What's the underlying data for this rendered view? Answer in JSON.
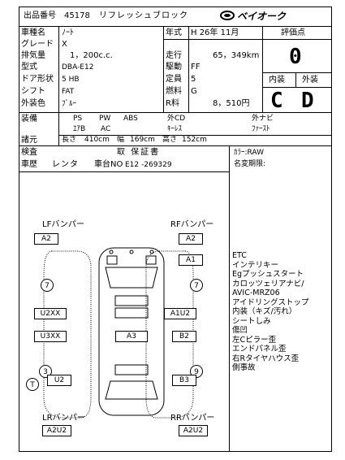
{
  "header": {
    "lot_label": "出品番号",
    "lot_number": "45178",
    "model_name": "リフレッシュブロック",
    "brand_logo": "ベイオーク",
    "logo_icon": "swirl-icon"
  },
  "specs": {
    "car_name_label": "車種名",
    "car_name": "ﾉｰﾄ",
    "grade_label": "グレード",
    "grade": "X",
    "displacement_label": "排気量",
    "displacement": "1，200c.c.",
    "type_label": "型式",
    "type": "DBA-E12",
    "door_label": "ドア形状",
    "door": "5 HB",
    "shift_label": "シフト",
    "shift": "FAT",
    "color_label": "外装色",
    "color": "ﾌﾞﾙｰ",
    "year_label": "年式",
    "year": "H 26年 11月",
    "mileage_label": "走行",
    "mileage": "65，349km",
    "drive_label": "駆動",
    "drive": "FF",
    "capacity_label": "定員",
    "capacity": "5",
    "fuel_label": "燃料",
    "fuel": "G",
    "recycle_label": "R料",
    "recycle": "8，510円"
  },
  "grades": {
    "score_label": "評価点",
    "score": "0",
    "interior_label": "内装",
    "interior": "C",
    "exterior_label": "外装",
    "exterior": "D"
  },
  "equipment": {
    "label": "装備",
    "items_row1": [
      "PS",
      "PW",
      "ABS",
      "外CD",
      "外ナビ"
    ],
    "items_row2": [
      "ｴｱB",
      "AC",
      "ｷｰﾚｽ",
      "ﾌｧｰｽﾄ"
    ],
    "dims_label": "諸元",
    "dims_length_label": "長さ",
    "dims_length": "410cm",
    "dims_width_label": "幅",
    "dims_width": "169cm",
    "dims_height_label": "高さ",
    "dims_height": "152cm"
  },
  "inspection": {
    "inspection_label": "検査",
    "inspection_value": "取 保証書",
    "history_label": "車歴",
    "history_value": "レンタ",
    "chassis_label": "車台NO",
    "chassis_value": "E12 -269329",
    "color_code": "ｶﾗｰ:RAW",
    "name_change": "名変期限:"
  },
  "diagram": {
    "lf_label": "LFバンパー",
    "lf_value": "A2",
    "rf_label": "RFバンパー",
    "rf_value": "A2",
    "lr_label": "LRバンパー",
    "lr_value": "A2U2",
    "rr_label": "RRバンパー",
    "rr_value": "A2U2",
    "right_front_fender": "A1",
    "left_front_door": "U2XX",
    "right_front_door": "A1U2",
    "left_rear_door": "U3XX",
    "roof": "A3",
    "right_rear_door": "B2",
    "left_rear_fender": "U2",
    "right_rear_fender": "B3",
    "circle_lf_wheel": "7",
    "circle_rf_wheel": "7",
    "circle_lr_wheel": "3",
    "circle_rr_wheel": "9",
    "circle_t": "T"
  },
  "notes": [
    "ETC",
    "インテリキー",
    "Egプッシュスタート",
    "カロッツェリアナビ/",
    "AVIC-MRZ06",
    "アイドリングストップ",
    "内装（キズ/汚れ）",
    "シートしみ",
    "傷凹",
    "左Cピラー歪",
    "エンドパネル歪",
    "右Rタイヤハウス歪",
    "側事故"
  ]
}
